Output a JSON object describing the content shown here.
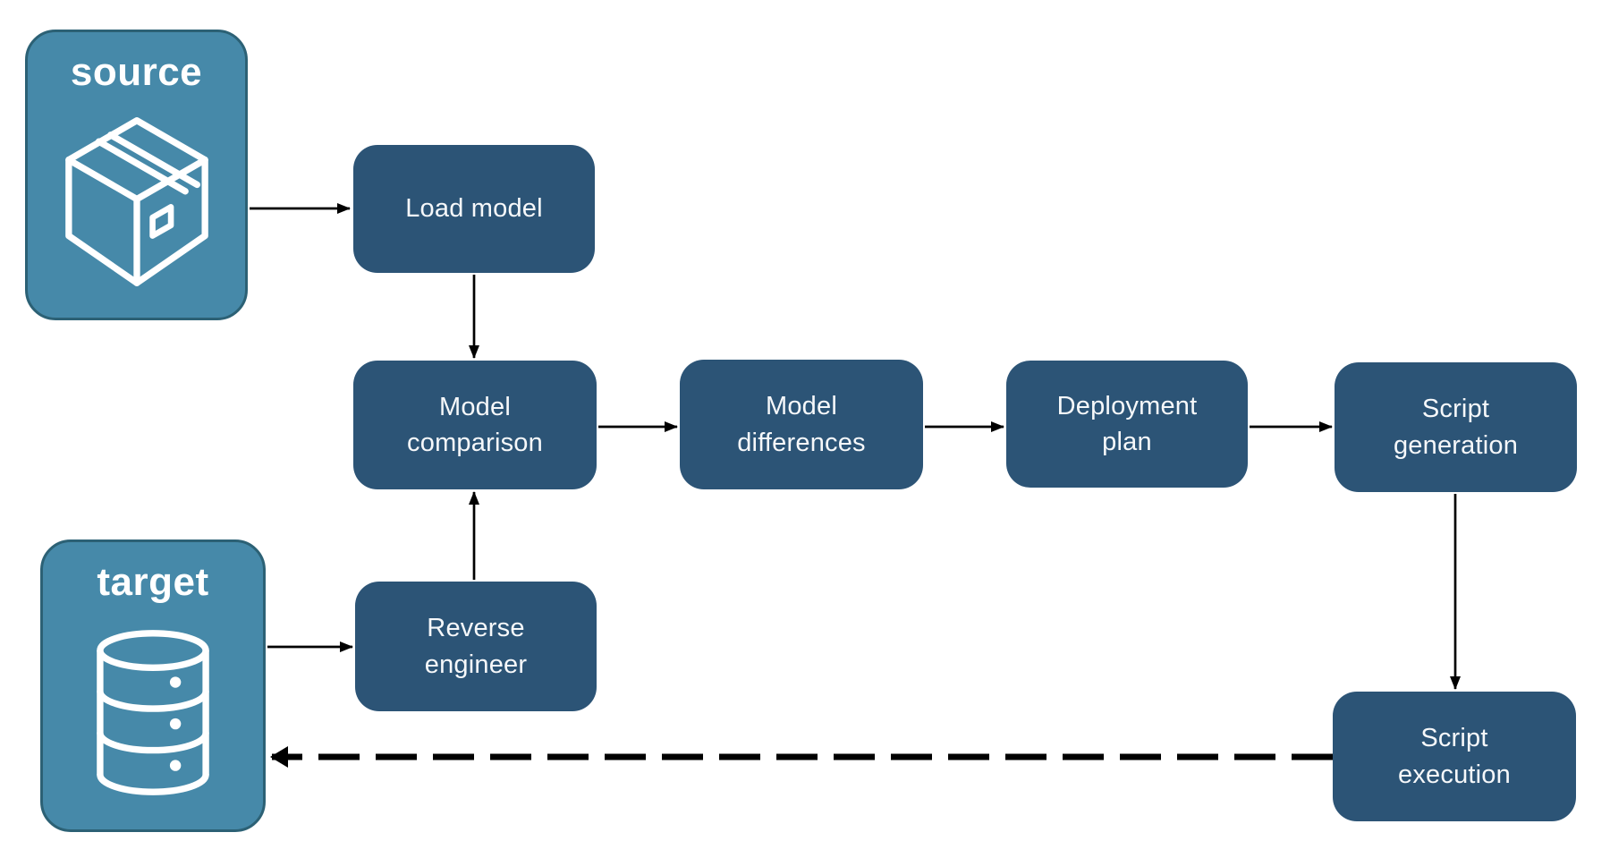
{
  "diagram": {
    "endpoints": {
      "source": {
        "label": "source",
        "icon": "package-icon"
      },
      "target": {
        "label": "target",
        "icon": "database-icon"
      }
    },
    "nodes": {
      "load_model": {
        "label": "Load model"
      },
      "model_comparison": {
        "label": "Model\ncomparison"
      },
      "model_differences": {
        "label": "Model\ndifferences"
      },
      "deployment_plan": {
        "label": "Deployment\nplan"
      },
      "script_generation": {
        "label": "Script\ngeneration"
      },
      "reverse_engineer": {
        "label": "Reverse\nengineer"
      },
      "script_execution": {
        "label": "Script\nexecution"
      }
    },
    "edges": [
      {
        "from": "source",
        "to": "load_model",
        "style": "solid"
      },
      {
        "from": "load_model",
        "to": "model_comparison",
        "style": "solid"
      },
      {
        "from": "target",
        "to": "reverse_engineer",
        "style": "solid"
      },
      {
        "from": "reverse_engineer",
        "to": "model_comparison",
        "style": "solid"
      },
      {
        "from": "model_comparison",
        "to": "model_differences",
        "style": "solid"
      },
      {
        "from": "model_differences",
        "to": "deployment_plan",
        "style": "solid"
      },
      {
        "from": "deployment_plan",
        "to": "script_generation",
        "style": "solid"
      },
      {
        "from": "script_generation",
        "to": "script_execution",
        "style": "solid"
      },
      {
        "from": "script_execution",
        "to": "target",
        "style": "dashed"
      }
    ],
    "colors": {
      "node_fill": "#2C5476",
      "endpoint_fill": "#4689A9",
      "endpoint_border": "#2C6175",
      "arrow": "#000000",
      "text": "#FFFFFF",
      "background": "#FFFFFF"
    }
  }
}
